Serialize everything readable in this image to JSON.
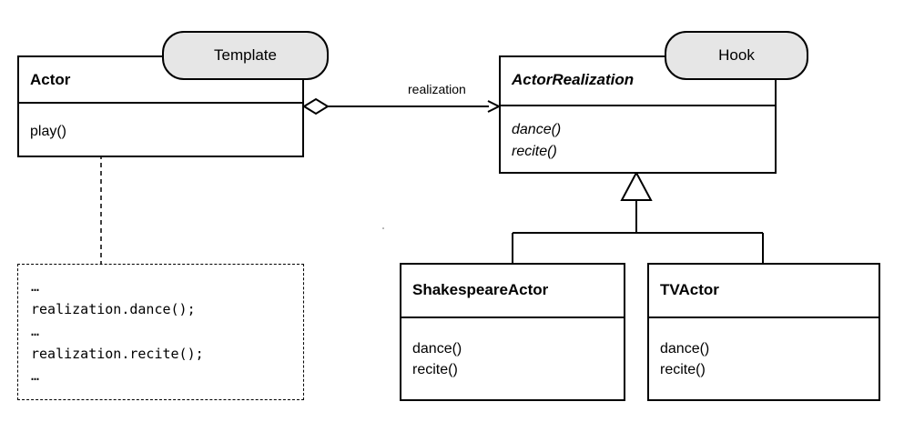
{
  "stereotypes": {
    "template": "Template",
    "hook": "Hook"
  },
  "actor": {
    "name": "Actor",
    "methods": [
      "play()"
    ]
  },
  "actor_realization": {
    "name": "ActorRealization",
    "methods": [
      "dance()",
      "recite()"
    ]
  },
  "association": {
    "label": "realization"
  },
  "shakespeare_actor": {
    "name": "ShakespeareActor",
    "methods": [
      "dance()",
      "recite()"
    ]
  },
  "tv_actor": {
    "name": "TVActor",
    "methods": [
      "dance()",
      "recite()"
    ]
  },
  "note": {
    "lines": [
      "…",
      "realization.dance();",
      "…",
      "realization.recite();",
      "…"
    ]
  }
}
